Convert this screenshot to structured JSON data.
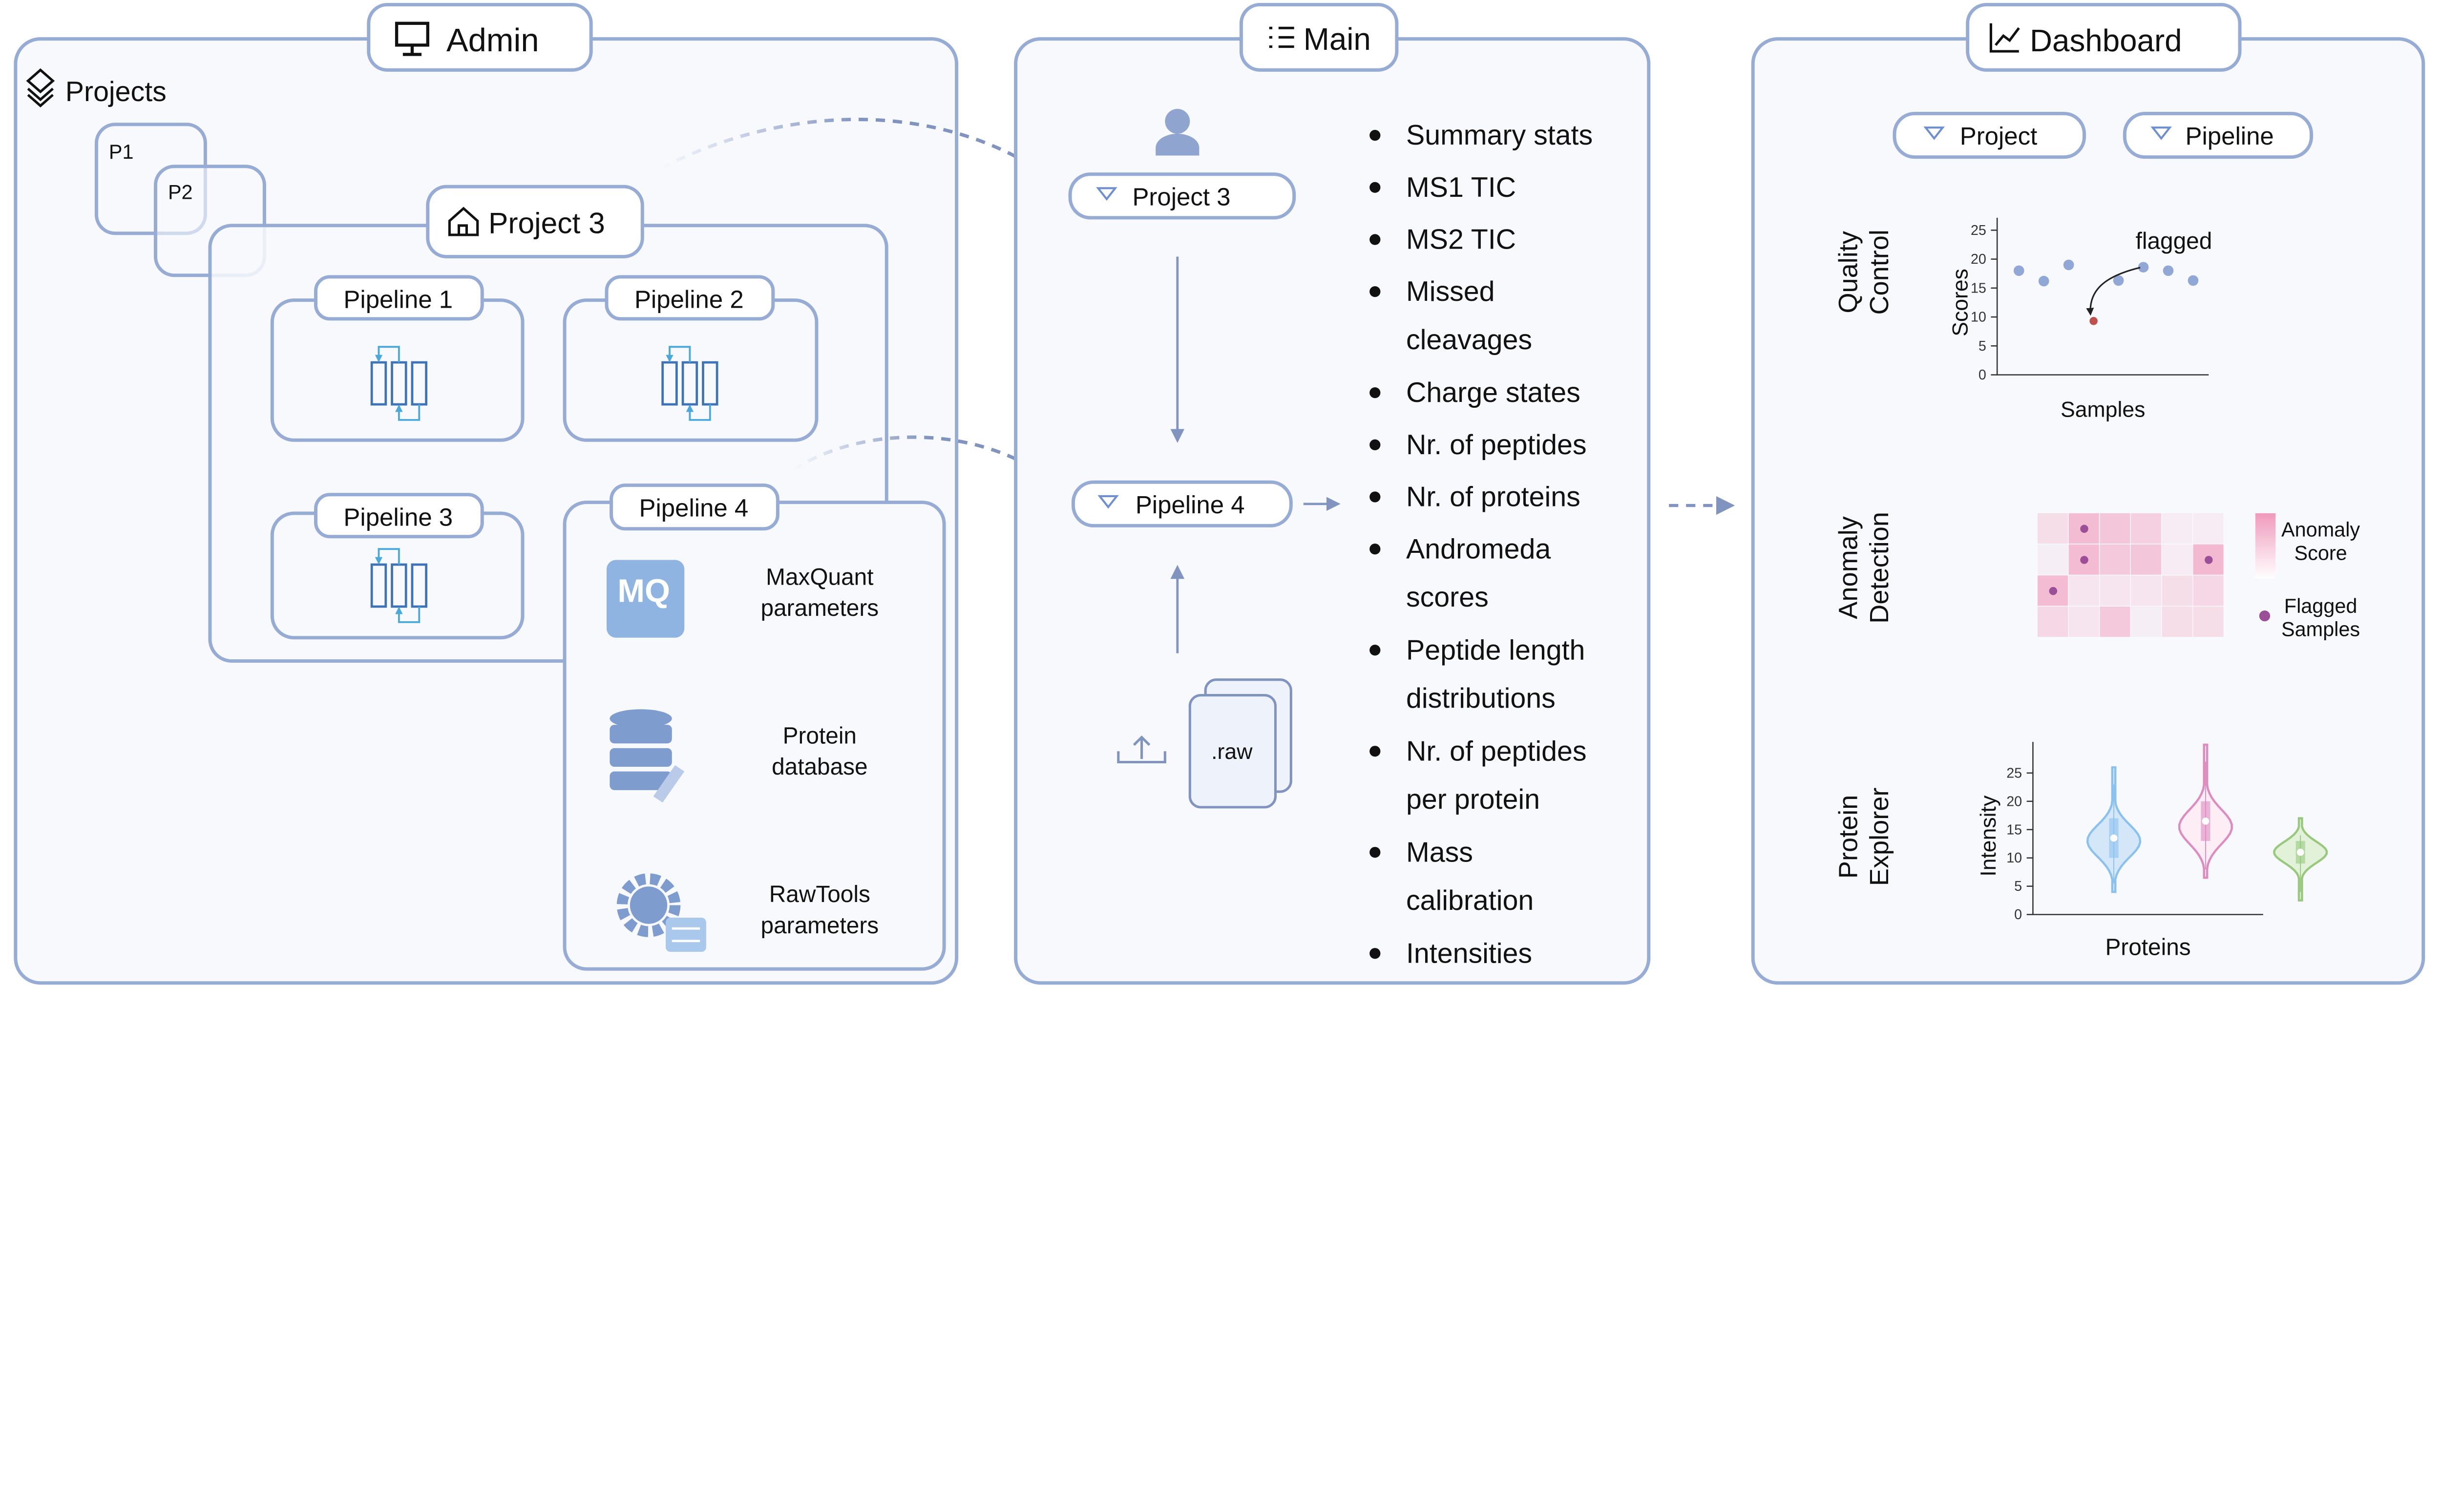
{
  "admin": {
    "title": "Admin",
    "icon": "monitor-icon",
    "projects_label": "Projects",
    "projects_icon": "layers-icon",
    "projects": [
      "P1",
      "P2"
    ],
    "project3": {
      "title": "Project 3",
      "icon": "home-icon",
      "pipelines": [
        "Pipeline 1",
        "Pipeline 2",
        "Pipeline 3"
      ]
    },
    "pipeline4": {
      "title": "Pipeline 4",
      "items": [
        {
          "line1": "MaxQuant",
          "line2": "parameters",
          "icon": "maxquant-icon",
          "logo": "MQ"
        },
        {
          "line1": "Protein",
          "line2": "database",
          "icon": "database-icon"
        },
        {
          "line1": "RawTools",
          "line2": "parameters",
          "icon": "gear-icon"
        }
      ]
    }
  },
  "main": {
    "title": "Main",
    "icon": "list-icon",
    "project_select": "Project 3",
    "pipeline_select": "Pipeline 4",
    "raw_label": ".raw",
    "metrics": [
      [
        "Summary stats"
      ],
      [
        "MS1 TIC"
      ],
      [
        "MS2 TIC"
      ],
      [
        "Missed",
        "cleavages"
      ],
      [
        "Charge states"
      ],
      [
        "Nr. of peptides"
      ],
      [
        "Nr. of proteins"
      ],
      [
        "Andromeda",
        "scores"
      ],
      [
        "Peptide length",
        "distributions"
      ],
      [
        "Nr. of peptides",
        "per protein"
      ],
      [
        "Mass",
        "calibration"
      ],
      [
        "Intensities"
      ]
    ]
  },
  "dashboard": {
    "title": "Dashboard",
    "icon": "chart-line-icon",
    "filters": [
      "Project",
      "Pipeline"
    ],
    "sections": [
      [
        "Quality",
        "Control"
      ],
      [
        "Anomaly",
        "Detection"
      ],
      [
        "Protein",
        "Explorer"
      ]
    ],
    "colors": {
      "accent": "#97acd4",
      "point": "#91a7d6",
      "flagged_point": "#c0504d",
      "heat": "#f09abb",
      "flag_dot": "#9b4f96"
    }
  },
  "chart_data": [
    {
      "type": "scatter",
      "ylabel": "Scores",
      "xlabel": "Samples",
      "ylim": [
        0,
        25
      ],
      "yticks": [
        0,
        5,
        10,
        15,
        20,
        25
      ],
      "values": [
        18,
        16.2,
        19,
        9.3,
        16.3,
        18.6,
        18,
        16.3
      ],
      "flagged_index": 3,
      "annotation": "flagged"
    },
    {
      "type": "heatmap",
      "values": [
        [
          0.3,
          0.8,
          0.65,
          0.5,
          0.08,
          0.08
        ],
        [
          0.05,
          0.8,
          0.6,
          0.65,
          0.08,
          0.85
        ],
        [
          0.8,
          0.2,
          0.2,
          0.2,
          0.3,
          0.4
        ],
        [
          0.4,
          0.2,
          0.6,
          0.05,
          0.3,
          0.3
        ]
      ],
      "flagged": [
        [
          0,
          1
        ],
        [
          1,
          1
        ],
        [
          1,
          5
        ],
        [
          2,
          0
        ]
      ],
      "legend": {
        "scale": [
          "Anomaly",
          "Score"
        ],
        "marker": [
          "Flagged",
          "Samples"
        ]
      }
    },
    {
      "type": "violin",
      "ylabel": "Intensity",
      "xlabel": "Proteins",
      "ylim": [
        0,
        25
      ],
      "yticks": [
        0,
        5,
        10,
        15,
        20,
        25
      ],
      "series": [
        {
          "color": "#8bc1ef",
          "fill": "#d4e7f8",
          "min": 4,
          "q1": 10,
          "median": 13.5,
          "q3": 17,
          "max": 26,
          "mode": 13
        },
        {
          "color": "#dc8cbf",
          "fill": "#fdeef5",
          "min": 6.5,
          "q1": 13,
          "median": 16.5,
          "q3": 20,
          "max": 30,
          "mode": 15.5
        },
        {
          "color": "#98c87e",
          "fill": "#e2f2d9",
          "min": 2.5,
          "q1": 9,
          "median": 11,
          "q3": 13,
          "max": 17,
          "mode": 11
        }
      ]
    }
  ]
}
